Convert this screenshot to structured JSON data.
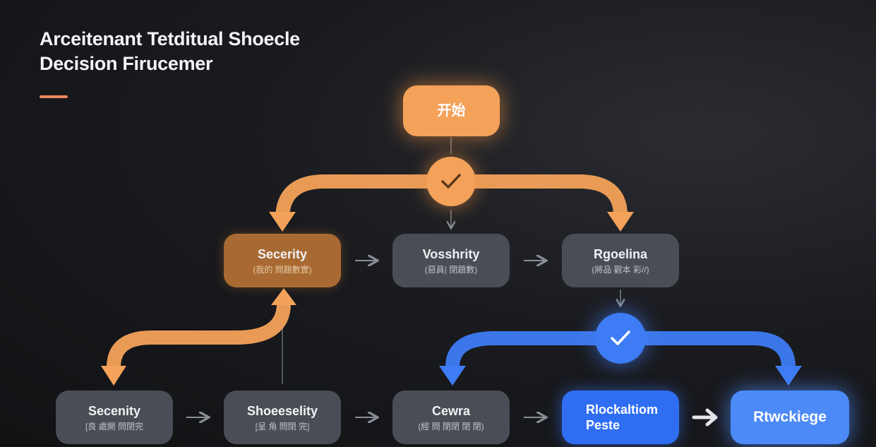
{
  "title": {
    "line1": "Arceitenant Tetditual Shoecle",
    "line2": "Decision Firucemer"
  },
  "nodes": {
    "start": {
      "label": "开始"
    },
    "security": {
      "label": "Secerity",
      "sub": "(我的 問題數實)"
    },
    "vosshrity": {
      "label": "Vosshrity",
      "sub": "(惡員| 閉題數)"
    },
    "rgoelina": {
      "label": "Rgoelina",
      "sub": "(將品 觀本 彩//)"
    },
    "secenity": {
      "label": "Secenity",
      "sub": "[良 處開 問閉完"
    },
    "shoeeselity": {
      "label": "Shoeeselity",
      "sub": "[呈 角 問閉 完]"
    },
    "cewra": {
      "label": "Cewra",
      "sub": "(經 問 閉閉 閉 閉)"
    },
    "rlockaltiom": {
      "label": "Rlockaltiom",
      "label2": "Peste"
    },
    "rtwckiege": {
      "label": "Rtwckiege"
    }
  },
  "icons": {
    "decision_check_top": "check-icon",
    "decision_check_bottom": "check-icon",
    "arrow": "arrow-right-icon"
  },
  "colors": {
    "accent_orange": "#f4a25a",
    "accent_blue": "#3e7cf5",
    "node_grey": "#4a4d55",
    "title_underline": "#f2895a"
  }
}
